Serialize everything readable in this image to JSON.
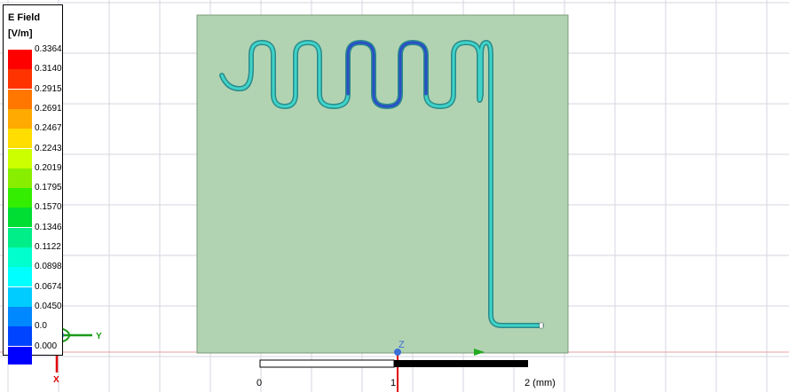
{
  "legend": {
    "title": "E Field",
    "unit": "[V/m]",
    "ticks": [
      "0.3364",
      "0.3140",
      "0.2915",
      "0.2691",
      "0.2467",
      "0.2243",
      "0.2019",
      "0.1795",
      "0.1570",
      "0.1346",
      "0.1122",
      "0.0898",
      "0.0674",
      "0.0450",
      "0.0",
      "0.000"
    ],
    "colors": [
      "#ff0000",
      "#ff3300",
      "#ff7700",
      "#ffaa00",
      "#ffdd00",
      "#ccff00",
      "#88ee00",
      "#33ee00",
      "#00dd33",
      "#00ee88",
      "#00ffcc",
      "#00ffff",
      "#00ccff",
      "#0088ff",
      "#0044ff",
      "#0000ff"
    ]
  },
  "scale": {
    "labels": [
      "0",
      "1",
      "2 (mm)"
    ]
  },
  "axes": {
    "x_label": "X",
    "y_label": "Y",
    "z_label": "Z"
  },
  "colors": {
    "substrate": "#b2d3b2",
    "trace": "#1ec9c0",
    "trace_hot": "#2a56c8",
    "grid": "#d4d4e0"
  }
}
